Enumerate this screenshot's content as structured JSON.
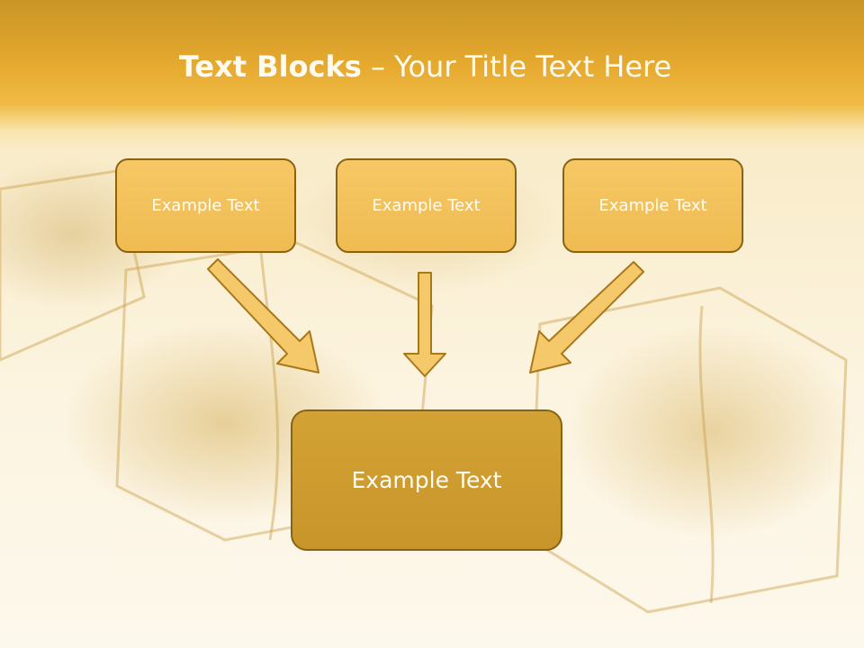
{
  "slide": {
    "title_bold": "Text Blocks",
    "title_rest": " – Your Title Text Here"
  },
  "blocks": {
    "top": [
      "Example Text",
      "Example Text",
      "Example Text"
    ],
    "bottom": "Example Text"
  },
  "colors": {
    "header": "#e6aa2f",
    "small_block_fill": "#f3c25b",
    "big_block_fill": "#cd9b2f",
    "border": "#8a6311",
    "arrow_fill": "#f5c86a",
    "arrow_stroke": "#a8781c"
  }
}
